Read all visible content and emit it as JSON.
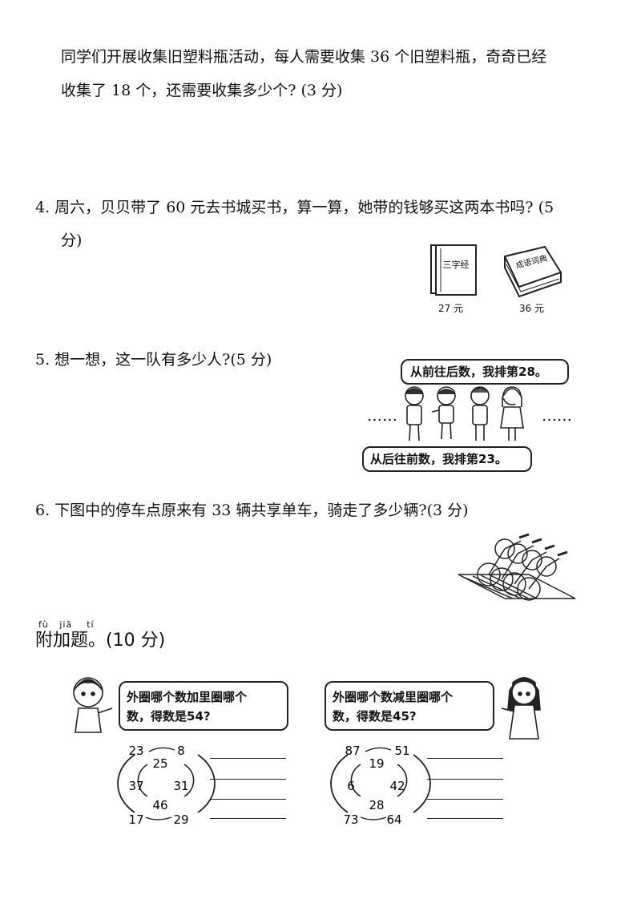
{
  "q3": {
    "line1": "同学们开展收集旧塑料瓶活动，每人需要收集 36 个旧塑料瓶，奇奇已经",
    "line2": "收集了 18 个，还需要收集多少个? (3 分)"
  },
  "q4": {
    "line1": "4.  周六，贝贝带了 60 元去书城买书，算一算，她带的钱够买这两本书吗? (5",
    "line2": "分)",
    "book1": {
      "title": "三字经",
      "price": "27 元"
    },
    "book2": {
      "title": "成语词典",
      "price": "36 元"
    }
  },
  "q5": {
    "line": "5.  想一想，这一队有多少人?(5 分)",
    "bubble_top": "从前往后数，我排第28。",
    "bubble_bottom": "从后往前数，我排第23。",
    "dots_left": "……",
    "dots_right": "……"
  },
  "q6": {
    "line": "6.  下图中的停车点原来有 33 辆共享单车，骑走了多少辆?(3 分)"
  },
  "extra": {
    "pinyin": [
      "fù",
      "jiā",
      "tí"
    ],
    "title": "附加题。",
    "score": "(10 分)",
    "left_bubble": {
      "line1": "外圈哪个数加里圈哪个",
      "line2": "数，得数是54?"
    },
    "right_bubble": {
      "line1": "外圈哪个数减里圈哪个",
      "line2": "数，得数是45?"
    },
    "left_outer": [
      "23",
      "8",
      "37",
      "31",
      "17",
      "29"
    ],
    "left_inner": [
      "25",
      "46"
    ],
    "right_outer": [
      "87",
      "51",
      "6",
      "42",
      "73",
      "64"
    ],
    "right_inner": [
      "19",
      "28"
    ]
  }
}
